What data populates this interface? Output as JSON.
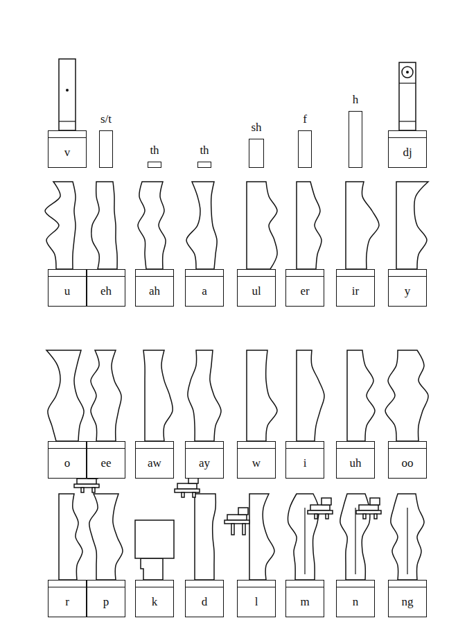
{
  "diagram": {
    "nodes": [
      {
        "text": [
          "v"
        ]
      },
      {
        "text": [
          "s/t"
        ]
      },
      {
        "text": [
          "th"
        ]
      },
      {
        "text": [
          "th"
        ]
      },
      {
        "text": [
          "sh"
        ]
      },
      {
        "text": [
          "f"
        ]
      },
      {
        "text": [
          "h"
        ]
      },
      {
        "text": [
          "dj"
        ]
      },
      {
        "text": [
          "u"
        ]
      },
      {
        "text": [
          "eh"
        ]
      },
      {
        "text": [
          "ah"
        ]
      },
      {
        "text": [
          "a"
        ]
      },
      {
        "text": [
          "ul"
        ]
      },
      {
        "text": [
          "er"
        ]
      },
      {
        "text": [
          "ir"
        ]
      },
      {
        "text": [
          "y"
        ]
      },
      {
        "text": [
          "o"
        ]
      },
      {
        "text": [
          "ee"
        ]
      },
      {
        "text": [
          "aw"
        ]
      },
      {
        "text": [
          "ay"
        ]
      },
      {
        "text": [
          "w"
        ]
      },
      {
        "text": [
          "i"
        ]
      },
      {
        "text": [
          "uh"
        ]
      },
      {
        "text": [
          "oo"
        ]
      },
      {
        "text": [
          "r"
        ]
      },
      {
        "text": [
          "p"
        ]
      },
      {
        "text": [
          "k"
        ]
      },
      {
        "text": [
          "d"
        ]
      },
      {
        "text": [
          "l"
        ]
      },
      {
        "text": [
          "m"
        ]
      },
      {
        "text": [
          "n"
        ]
      },
      {
        "text": [
          "ng"
        ]
      }
    ]
  }
}
